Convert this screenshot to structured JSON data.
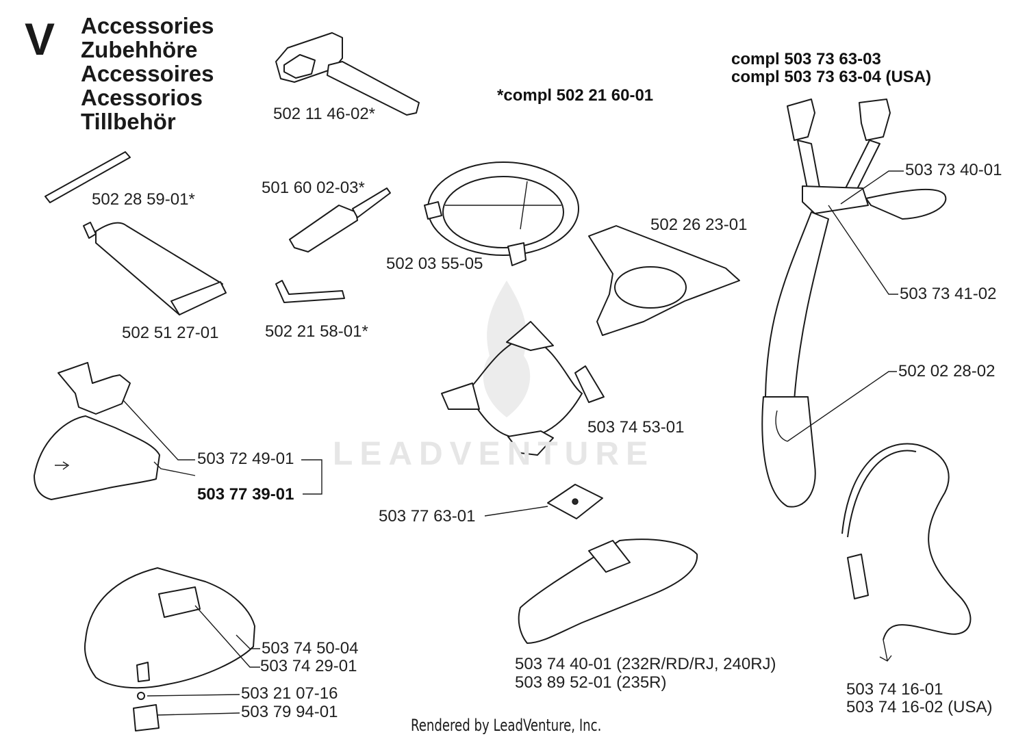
{
  "section": {
    "letter": "V",
    "titles": [
      "Accessories",
      "Zubehhöre",
      "Accessoires",
      "Acessorios",
      "Tillbehör"
    ]
  },
  "kit_notes": {
    "tool_kit": "*compl 502 21 60-01",
    "harness_kit": "compl 503 73 63-03",
    "harness_kit_usa": "compl 503 73 63-04 (USA)"
  },
  "watermark": "LEADVENTURE",
  "parts": {
    "combination_spanner": "502 11 46-02*",
    "rod": "502 28 59-01*",
    "screwdriver": "501 60 02-03*",
    "grease_tube": "502 51 27-01",
    "hex_key": "502 21 58-01*",
    "ring_guard": "502 03 55-05",
    "support_cup": "502 26 23-01",
    "harness_buckle": "503 73 40-01",
    "harness_strap": "503 73 41-02",
    "hip_pad": "502 02 28-02",
    "blade_guard_frame": "503 74 53-01",
    "bracket": "503 72 49-01",
    "guard_kit": "503 77 39-01",
    "plate": "503 77 63-01",
    "grass_guard": "503 74 50-04",
    "decal": "503 74 29-01",
    "screw": "503 21 07-16",
    "clip": "503 79 94-01",
    "trimmer_guard_a": "503 74 40-01 (232R/RD/RJ, 240RJ)",
    "trimmer_guard_b": "503 89 52-01 (235R)",
    "shoulder_strap": "503 74 16-01",
    "shoulder_strap_usa": "503 74 16-02 (USA)"
  },
  "footer": "Rendered by LeadVenture, Inc."
}
